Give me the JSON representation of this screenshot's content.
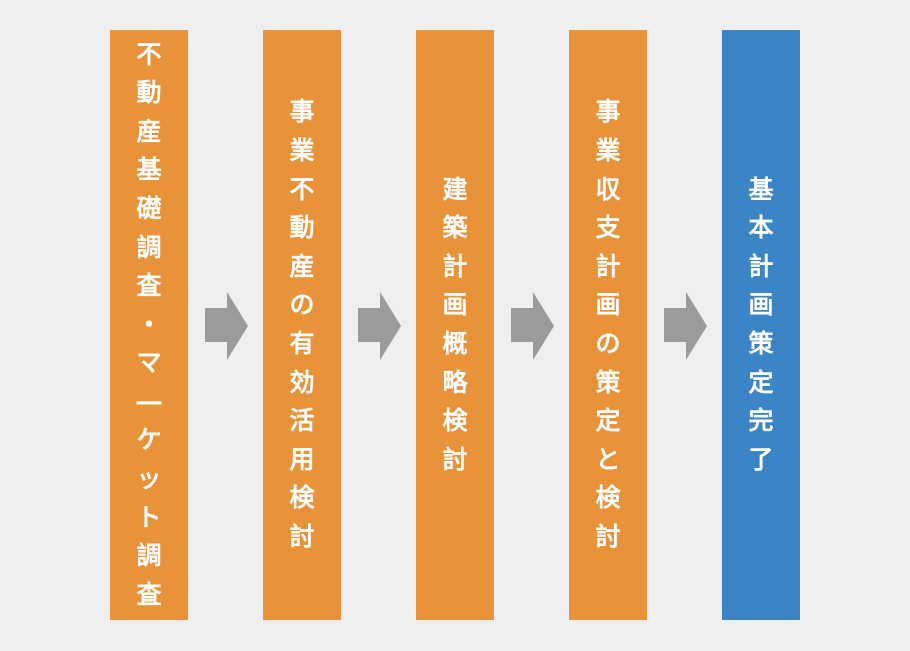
{
  "colors": {
    "orange": "#e8933a",
    "blue": "#3b84c5",
    "arrow": "#9b9b9b",
    "background": "#efefef"
  },
  "steps": [
    {
      "label": "不動産基礎調査・マーケット調査",
      "color": "orange"
    },
    {
      "label": "事業不動産の有効活用検討",
      "color": "orange"
    },
    {
      "label": "建築計画概略検討",
      "color": "orange"
    },
    {
      "label": "事業収支計画の策定と検討",
      "color": "orange"
    },
    {
      "label": "基本計画策定完了",
      "color": "blue"
    }
  ]
}
